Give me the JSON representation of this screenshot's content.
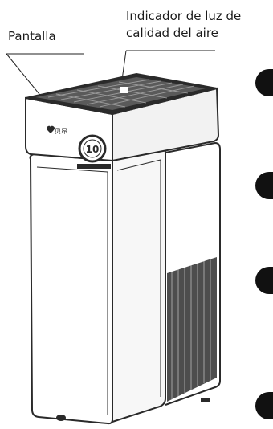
{
  "callouts": {
    "display_label": "Pantalla",
    "air_quality_label_line1": "Indicador de luz de",
    "air_quality_label_line2": "calidad del aire"
  },
  "device": {
    "display_value": "10",
    "brand_text": "贝昂",
    "body_color": "#ffffff",
    "line_color": "#2a2a2a",
    "grille_color": "#3a3a3a"
  },
  "side_markers": {
    "count": 4,
    "color": "#111111"
  }
}
